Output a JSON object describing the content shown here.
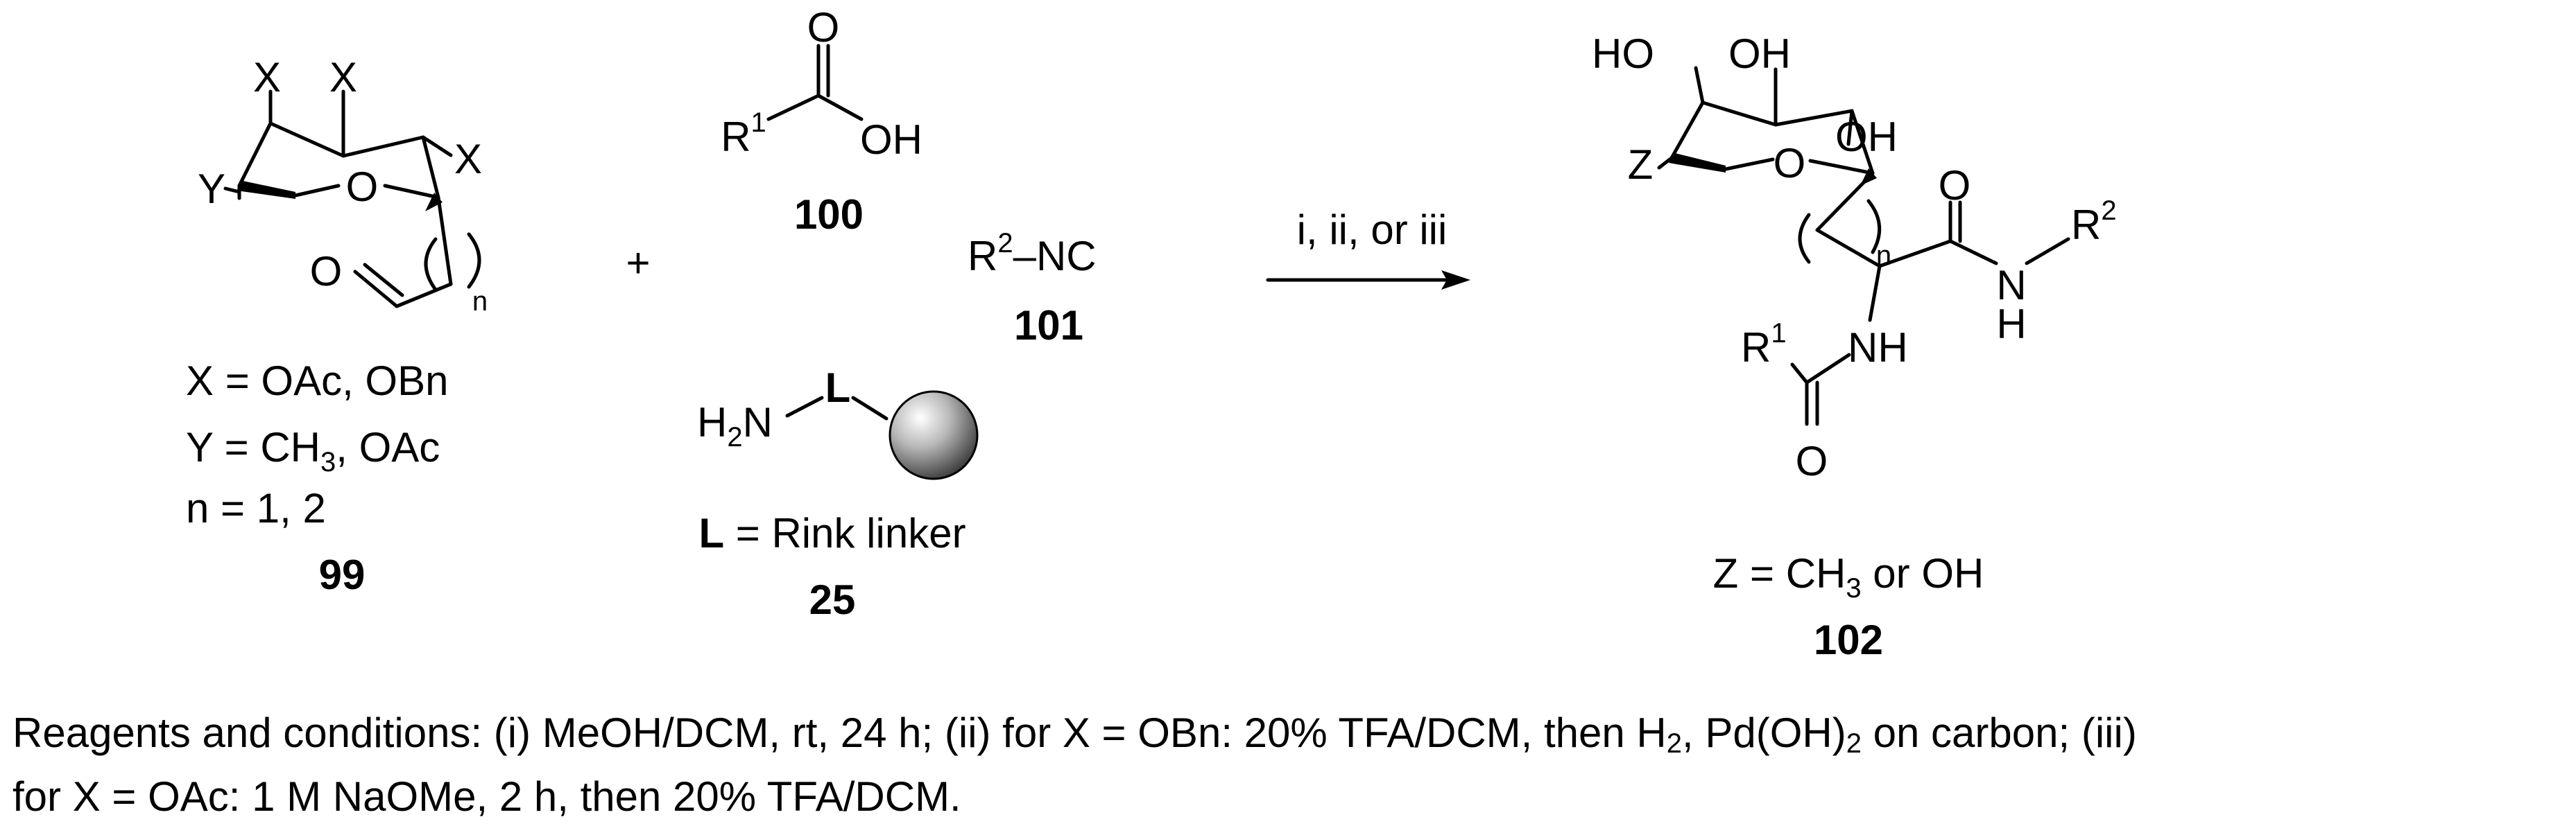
{
  "reactant99": {
    "atoms": {
      "x1": "X",
      "x2": "X",
      "x3": "X",
      "y": "Y",
      "ring_o": "O",
      "ald_o": "O",
      "n": "n"
    },
    "defs": {
      "x": "X = OAc, OBn",
      "y_pre": "Y = CH",
      "y_sub": "3",
      "y_post": ", OAc",
      "n": "n = 1, 2"
    },
    "number": "99"
  },
  "plus": "+",
  "reactant100": {
    "r": "R",
    "r_sup": "1",
    "o": "O",
    "oh": "OH",
    "number": "100"
  },
  "reactant101": {
    "r": "R",
    "r_sup": "2",
    "nc": "–NC",
    "number": "101"
  },
  "reactant25": {
    "h2n_h": "H",
    "h2n_sub": "2",
    "h2n_n": "N",
    "l": "L",
    "def_l": "L",
    "def_rest": " = Rink linker",
    "number": "25"
  },
  "arrow": {
    "conditions": "i, ii, or iii"
  },
  "product102": {
    "atoms": {
      "ho1": "HO",
      "oh2": "OH",
      "oh3": "OH",
      "z": "Z",
      "ring_o": "O",
      "n": "n",
      "amide_o": "O",
      "nh_n": "N",
      "nh_h": "H",
      "r2": "R",
      "r2_sup": "2",
      "r1": "R",
      "r1_sup": "1",
      "nh2": "NH",
      "acyl_o": "O"
    },
    "def": {
      "pre": "Z = CH",
      "sub": "3",
      "post": " or OH"
    },
    "number": "102"
  },
  "caption": {
    "line1_a": "Reagents and conditions: (i) MeOH/DCM, rt, 24 h; (ii) for X = OBn: 20% TFA/DCM, then H",
    "line1_sub1": "2",
    "line1_b": ", Pd(OH)",
    "line1_sub2": "2",
    "line1_c": " on carbon; (iii)",
    "line2": "for X = OAc: 1 M NaOMe, 2 h, then 20% TFA/DCM."
  }
}
